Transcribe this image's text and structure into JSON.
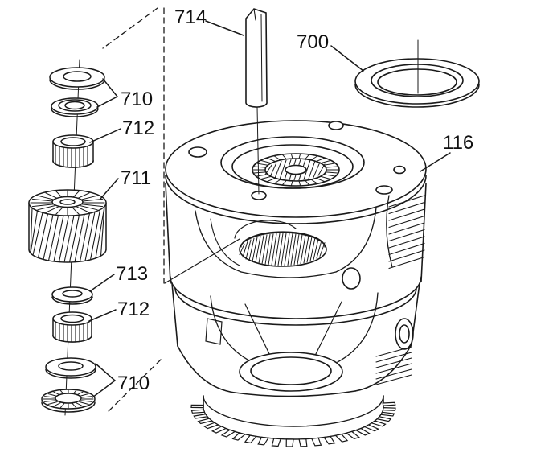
{
  "figure": {
    "kind": "exploded-parts-diagram",
    "colors": {
      "background": "#ffffff",
      "line": "#1a1a1a"
    },
    "callouts": [
      {
        "label": "714",
        "points_to": "pin"
      },
      {
        "label": "700",
        "points_to": "ring"
      },
      {
        "label": "710",
        "points_to": "upper-washer-pair"
      },
      {
        "label": "712",
        "points_to": "upper-needle-bearing"
      },
      {
        "label": "711",
        "points_to": "helical-gear"
      },
      {
        "label": "713",
        "points_to": "small-washer"
      },
      {
        "label": "712",
        "points_to": "lower-needle-bearing"
      },
      {
        "label": "710",
        "points_to": "lower-washer-pair"
      },
      {
        "label": "116",
        "points_to": "carrier-housing"
      }
    ]
  }
}
